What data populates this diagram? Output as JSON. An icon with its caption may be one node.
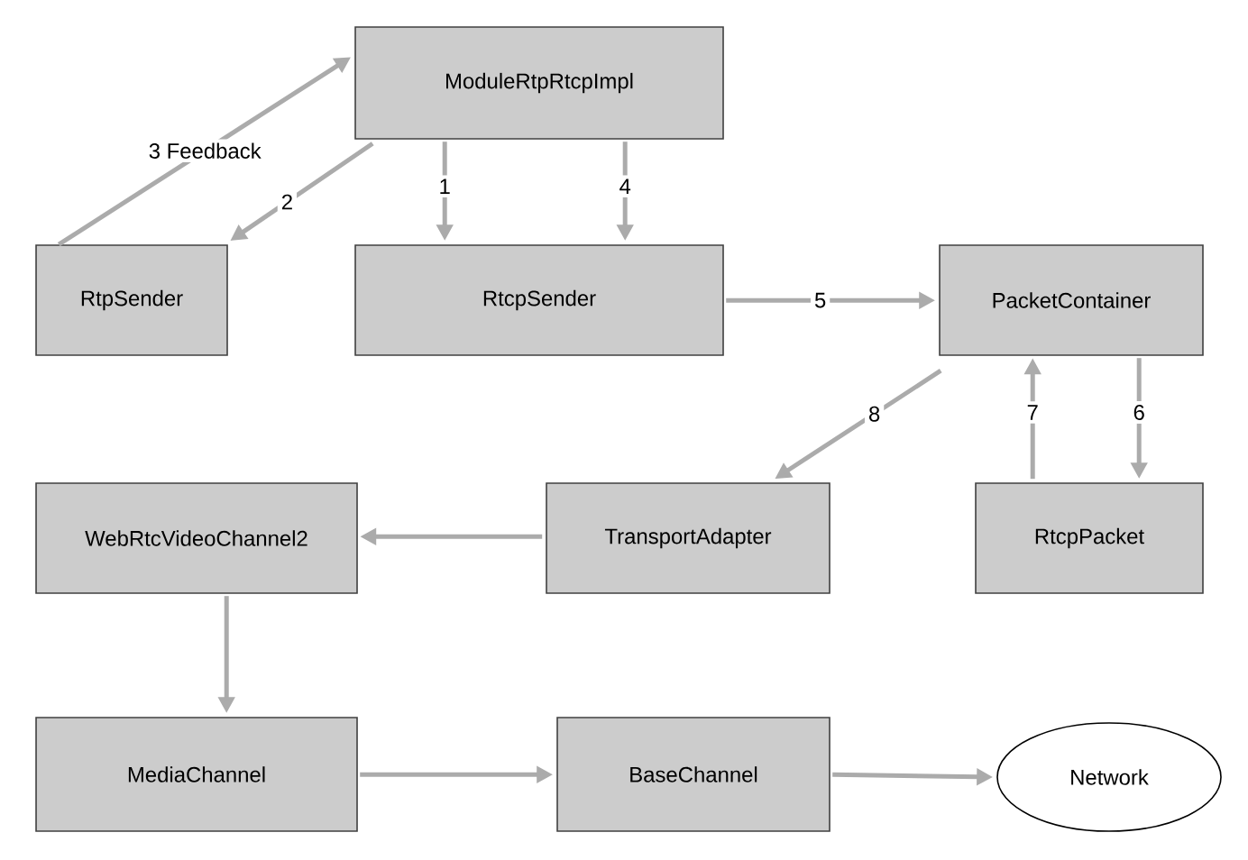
{
  "diagram": {
    "nodes": [
      {
        "text": [
          "ModuleRtpRtcpImpl"
        ]
      },
      {
        "text": [
          "RtpSender"
        ]
      },
      {
        "text": [
          "RtcpSender"
        ]
      },
      {
        "text": [
          "PacketContainer"
        ]
      },
      {
        "text": [
          "WebRtcVideoChannel2"
        ]
      },
      {
        "text": [
          "TransportAdapter"
        ]
      },
      {
        "text": [
          "RtcpPacket"
        ]
      },
      {
        "text": [
          "MediaChannel"
        ]
      },
      {
        "text": [
          "BaseChannel"
        ]
      },
      {
        "text": [
          "Network"
        ]
      }
    ],
    "edges": [
      {
        "from": 1,
        "to": 0,
        "arrow": "to",
        "label": "3 Feedback"
      },
      {
        "from": 0,
        "to": 1,
        "arrow": "to",
        "label": "2"
      },
      {
        "from": 0,
        "to": 2,
        "arrow": "to",
        "label": "1"
      },
      {
        "from": 0,
        "to": 2,
        "arrow": "to",
        "label": "4"
      },
      {
        "from": 2,
        "to": 3,
        "arrow": "to",
        "label": "5"
      },
      {
        "from": 3,
        "to": 6,
        "arrow": "to",
        "label": "6"
      },
      {
        "from": 6,
        "to": 3,
        "arrow": "to",
        "label": "7"
      },
      {
        "from": 3,
        "to": 5,
        "arrow": "to",
        "label": "8"
      },
      {
        "from": 5,
        "to": 4,
        "arrow": "to"
      },
      {
        "from": 4,
        "to": 7,
        "arrow": "to"
      },
      {
        "from": 7,
        "to": 8,
        "arrow": "to"
      },
      {
        "from": 8,
        "to": 9,
        "arrow": "to"
      }
    ]
  }
}
